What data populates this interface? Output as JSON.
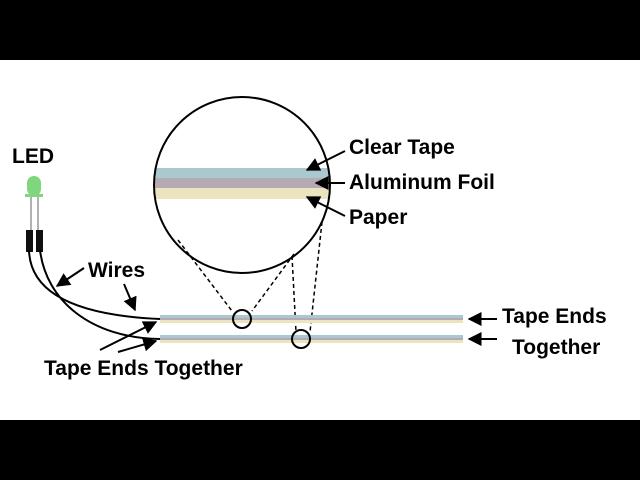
{
  "labels": {
    "led": "LED",
    "clear_tape": "Clear Tape",
    "aluminum_foil": "Aluminum Foil",
    "paper": "Paper",
    "wires": "Wires",
    "tape_ends_together_bottom": "Tape Ends Together",
    "tape_ends_right_line1": "Tape Ends",
    "tape_ends_right_line2": "Together"
  },
  "colors": {
    "clear_tape": "#a9c9cf",
    "aluminum_foil": "#b4aab3",
    "paper": "#ece3bf",
    "led_body": "#7fd67c",
    "led_leads": "#111111",
    "background": "#ffffff",
    "letterbox": "#000000"
  }
}
